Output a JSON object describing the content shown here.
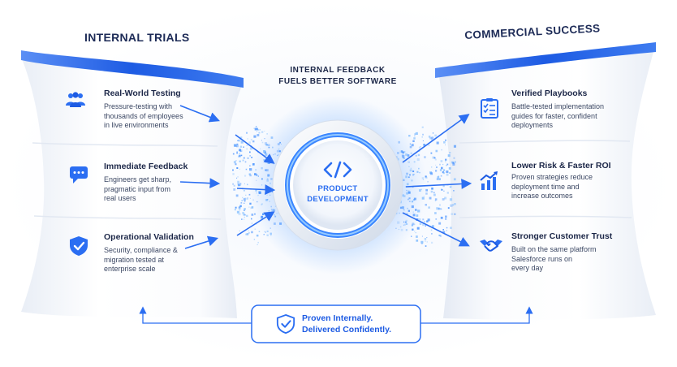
{
  "left_panel": {
    "title": "INTERNAL TRIALS",
    "items": [
      {
        "heading": "Real-World Testing",
        "lines": [
          "Pressure-testing with",
          "thousands of employees",
          "in live environments"
        ],
        "icon": "people-icon"
      },
      {
        "heading": "Immediate Feedback",
        "lines": [
          "Engineers get sharp,",
          "pragmatic input from",
          "real users"
        ],
        "icon": "chat-bubble-icon"
      },
      {
        "heading": "Operational Validation",
        "lines": [
          "Security, compliance &",
          "migration tested at",
          "enterprise scale"
        ],
        "icon": "shield-check-icon"
      }
    ]
  },
  "center": {
    "caption_lines": [
      "INTERNAL FEEDBACK",
      "FUELS BETTER SOFTWARE"
    ],
    "label_lines": [
      "PRODUCT",
      "DEVELOPMENT"
    ],
    "icon": "code-brackets-icon"
  },
  "right_panel": {
    "title": "COMMERCIAL SUCCESS",
    "items": [
      {
        "heading": "Verified Playbooks",
        "lines": [
          "Battle-tested implementation",
          "guides for faster, confident",
          "deployments"
        ],
        "icon": "checklist-clipboard-icon"
      },
      {
        "heading": "Lower Risk & Faster ROI",
        "lines": [
          "Proven strategies reduce",
          "deployment time and",
          "increase outcomes"
        ],
        "icon": "growth-chart-icon"
      },
      {
        "heading": "Stronger Customer Trust",
        "lines": [
          "Built on the same platform",
          "Salesforce runs on",
          "every day"
        ],
        "icon": "handshake-icon"
      }
    ]
  },
  "bottom_banner": {
    "lines": [
      "Proven Internally.",
      "Delivered Confidently."
    ],
    "icon": "shield-check-icon"
  },
  "colors": {
    "accent": "#2b6ef2",
    "dark_text": "#1c2748",
    "rim": "#1f5fe0"
  }
}
